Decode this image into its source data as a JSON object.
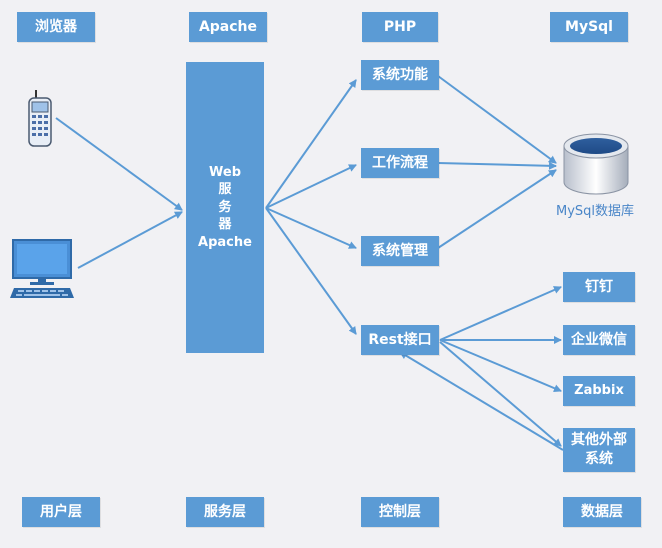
{
  "layers_top": {
    "browser": "浏览器",
    "apache": "Apache",
    "php": "PHP",
    "mysql": "MySql"
  },
  "server": {
    "line1": "Web",
    "line2": "服",
    "line3": "务",
    "line4": "器",
    "line5": "Apache"
  },
  "php_modules": {
    "system_functions": "系统功能",
    "workflow": "工作流程",
    "system_management": "系统管理",
    "rest_api": "Rest接口"
  },
  "database": {
    "label": "MySql数据库"
  },
  "external": {
    "dingtalk": "钉钉",
    "wechat_work": "企业微信",
    "zabbix": "Zabbix",
    "other_line1": "其他外部",
    "other_line2": "系统"
  },
  "layers_bottom": {
    "user": "用户层",
    "service": "服务层",
    "control": "控制层",
    "data": "数据层"
  },
  "icons": {
    "mobile": "mobile-phone-icon",
    "desktop": "desktop-computer-icon",
    "database": "database-cylinder-icon"
  },
  "colors": {
    "box": "#5b9bd5",
    "arrow": "#5b9bd5",
    "background": "#f1f1f4"
  }
}
